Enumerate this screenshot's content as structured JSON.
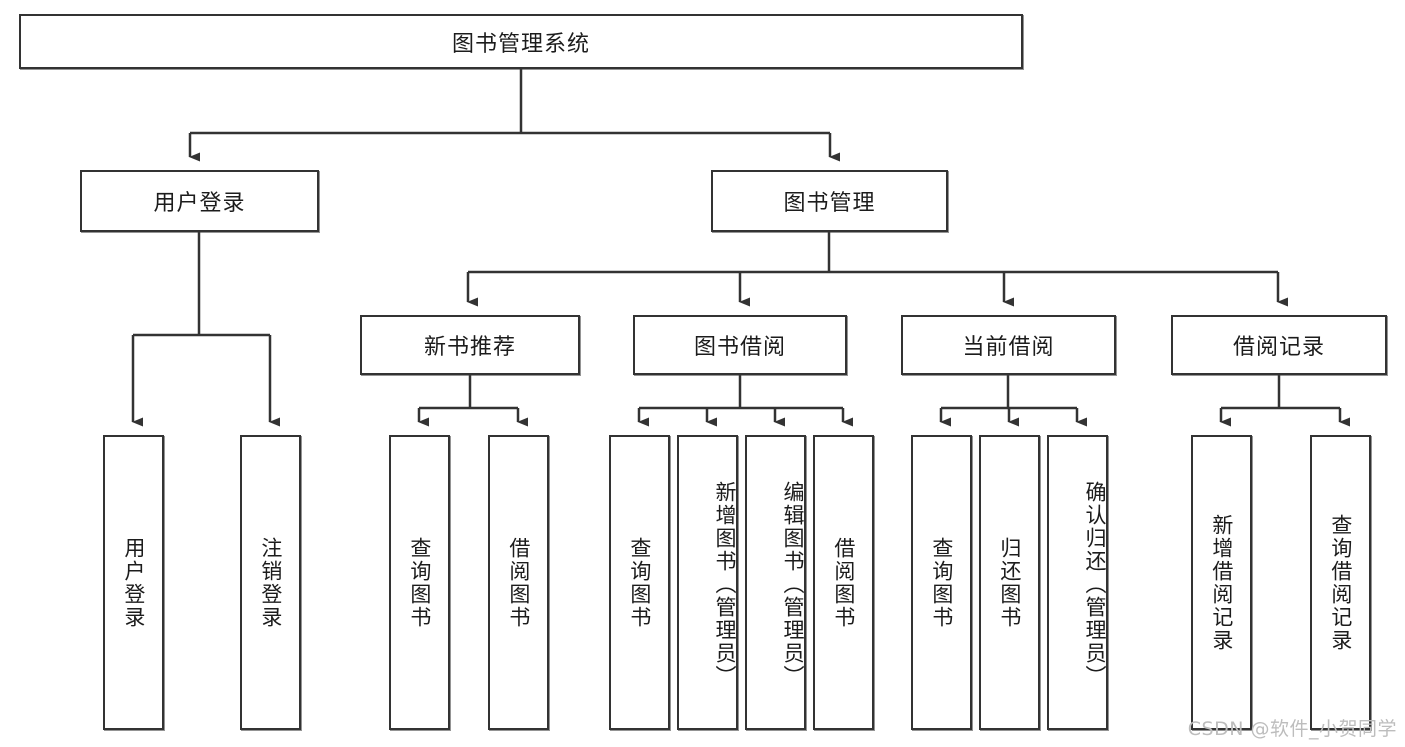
{
  "diagram": {
    "type": "tree-hierarchy",
    "title": "图书管理系统",
    "orientation": "top-down",
    "edge_style": "orthogonal-arrow",
    "colors": {
      "box_border": "#333333",
      "box_fill": "#ffffff",
      "connector": "#333333",
      "text": "#1c1c1c",
      "watermark": "#bdbdbd",
      "background": "#ffffff"
    },
    "root": {
      "id": "root",
      "label": "图书管理系统",
      "level": 0
    },
    "level1": [
      {
        "id": "user-login",
        "label": "用户登录",
        "level": 1
      },
      {
        "id": "book-manage",
        "label": "图书管理",
        "level": 1
      }
    ],
    "level2": [
      {
        "id": "new-book-recommend",
        "label": "新书推荐",
        "level": 2,
        "parent": "book-manage"
      },
      {
        "id": "book-borrow",
        "label": "图书借阅",
        "level": 2,
        "parent": "book-manage"
      },
      {
        "id": "current-borrow",
        "label": "当前借阅",
        "level": 2,
        "parent": "book-manage"
      },
      {
        "id": "borrow-record",
        "label": "借阅记录",
        "level": 2,
        "parent": "book-manage"
      }
    ],
    "leaves": [
      {
        "id": "leaf-user-login",
        "label": "用户登录",
        "parent": "user-login",
        "vertical": true
      },
      {
        "id": "leaf-logout-login",
        "label": "注销登录",
        "parent": "user-login",
        "vertical": true
      },
      {
        "id": "leaf-query-book-1",
        "label": "查询图书",
        "parent": "new-book-recommend",
        "vertical": true
      },
      {
        "id": "leaf-borrow-book-1",
        "label": "借阅图书",
        "parent": "new-book-recommend",
        "vertical": true
      },
      {
        "id": "leaf-query-book-2",
        "label": "查询图书",
        "parent": "book-borrow",
        "vertical": true
      },
      {
        "id": "leaf-add-book",
        "label": "新增图书（管理员）",
        "parent": "book-borrow",
        "vertical": true
      },
      {
        "id": "leaf-edit-book",
        "label": "编辑图书（管理员）",
        "parent": "book-borrow",
        "vertical": true
      },
      {
        "id": "leaf-borrow-book-2",
        "label": "借阅图书",
        "parent": "book-borrow",
        "vertical": true
      },
      {
        "id": "leaf-query-book-3",
        "label": "查询图书",
        "parent": "current-borrow",
        "vertical": true
      },
      {
        "id": "leaf-return-book",
        "label": "归还图书",
        "parent": "current-borrow",
        "vertical": true
      },
      {
        "id": "leaf-confirm-return",
        "label": "确认归还（管理员）",
        "parent": "current-borrow",
        "vertical": true
      },
      {
        "id": "leaf-add-record",
        "label": "新增借阅记录",
        "parent": "borrow-record",
        "vertical": true
      },
      {
        "id": "leaf-query-record",
        "label": "查询借阅记录",
        "parent": "borrow-record",
        "vertical": true
      }
    ]
  },
  "watermark": {
    "text": "CSDN @软件_小贺同学"
  }
}
